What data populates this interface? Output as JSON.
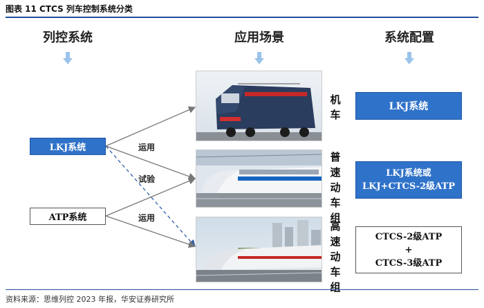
{
  "figure": {
    "title": "图表 11 CTCS 列车控制系统分类",
    "source": "资料来源：思维列控 2023 年报，华安证券研究所"
  },
  "headers": {
    "col1": "列控系统",
    "col2": "应用场景",
    "col3": "系统配置"
  },
  "systems": [
    {
      "label": "LKJ系统"
    },
    {
      "label": "ATP系统"
    }
  ],
  "edges": {
    "use1": "运用",
    "trial": "试验",
    "use2": "运用"
  },
  "scenarios": [
    {
      "label": "机车",
      "chars": [
        "机",
        "车"
      ]
    },
    {
      "label": "普速动车组",
      "chars": [
        "普",
        "速",
        "动",
        "车",
        "组"
      ]
    },
    {
      "label": "高速动车组",
      "chars": [
        "高",
        "速",
        "动",
        "车",
        "组"
      ]
    }
  ],
  "configs": [
    {
      "lines": [
        "LKJ系统"
      ]
    },
    {
      "lines": [
        "LKJ系统或",
        "LKJ+CTCS-2级ATP"
      ]
    },
    {
      "lines": [
        "CTCS-2级ATP",
        "+",
        "CTCS-3级ATP"
      ]
    }
  ],
  "colors": {
    "accent": "#2f72c9",
    "arrow": "#9ac3ea"
  }
}
